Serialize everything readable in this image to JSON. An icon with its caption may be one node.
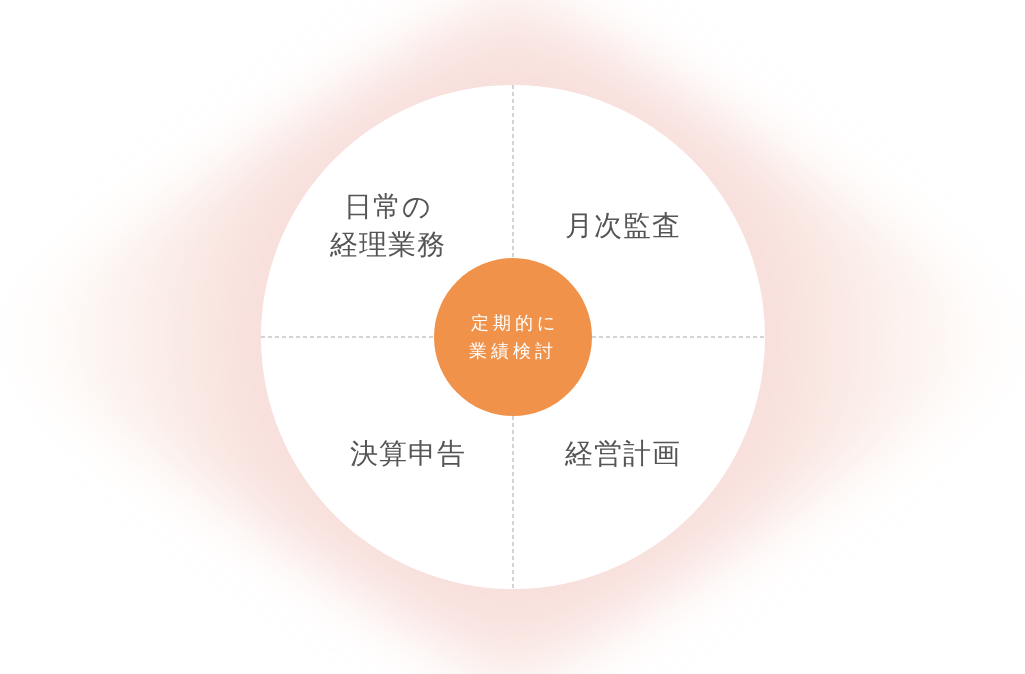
{
  "diagram": {
    "nodes": [
      {
        "text": [],
        "shape": "circle"
      },
      {
        "text": [
          "日常の経理業務"
        ],
        "in": 0
      },
      {
        "text": [
          "月次監査"
        ],
        "in": 0
      },
      {
        "text": [
          "決算申告"
        ],
        "in": 0
      },
      {
        "text": [
          "経営計画"
        ],
        "in": 0
      },
      {
        "text": [
          "定期的に業績検討"
        ],
        "in": 0
      }
    ]
  }
}
